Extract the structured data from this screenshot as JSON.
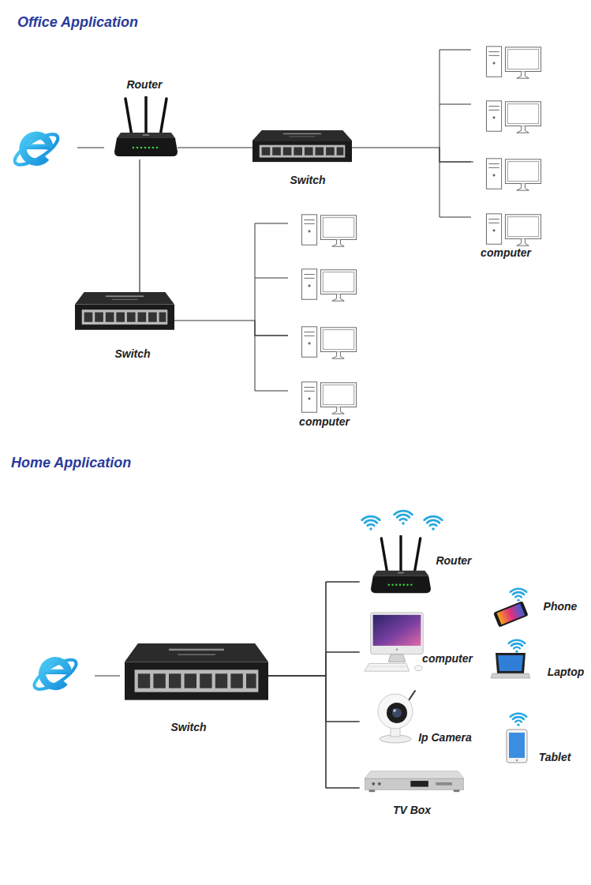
{
  "diagram": {
    "nodes": [
      {
        "text": [
          "Router"
        ]
      },
      {
        "text": [
          "Switch"
        ]
      },
      {
        "text": [
          "computer"
        ]
      },
      {
        "text": [
          "Switch"
        ]
      },
      {
        "text": [
          "computer"
        ]
      },
      {
        "text": [
          "Switch"
        ]
      },
      {
        "text": [
          "Router"
        ]
      },
      {
        "text": [
          "computer"
        ]
      },
      {
        "text": [
          "Ip Camera"
        ]
      },
      {
        "text": [
          "TV Box"
        ]
      },
      {
        "text": [
          "Phone"
        ]
      },
      {
        "text": [
          "Laptop"
        ]
      },
      {
        "text": [
          "Tablet"
        ]
      }
    ],
    "edges": [
      {
        "from": 0,
        "to": 1,
        "arrow": "none"
      },
      {
        "from": 0,
        "to": 3,
        "arrow": "none"
      },
      {
        "from": 1,
        "to": 2,
        "arrow": "none"
      },
      {
        "from": 3,
        "to": 4,
        "arrow": "none"
      },
      {
        "from": 5,
        "to": 6,
        "arrow": "none"
      },
      {
        "from": 5,
        "to": 7,
        "arrow": "none"
      },
      {
        "from": 5,
        "to": 8,
        "arrow": "none"
      },
      {
        "from": 5,
        "to": 9,
        "arrow": "none"
      }
    ],
    "labels": [
      "Office Application",
      "Home Application"
    ]
  }
}
